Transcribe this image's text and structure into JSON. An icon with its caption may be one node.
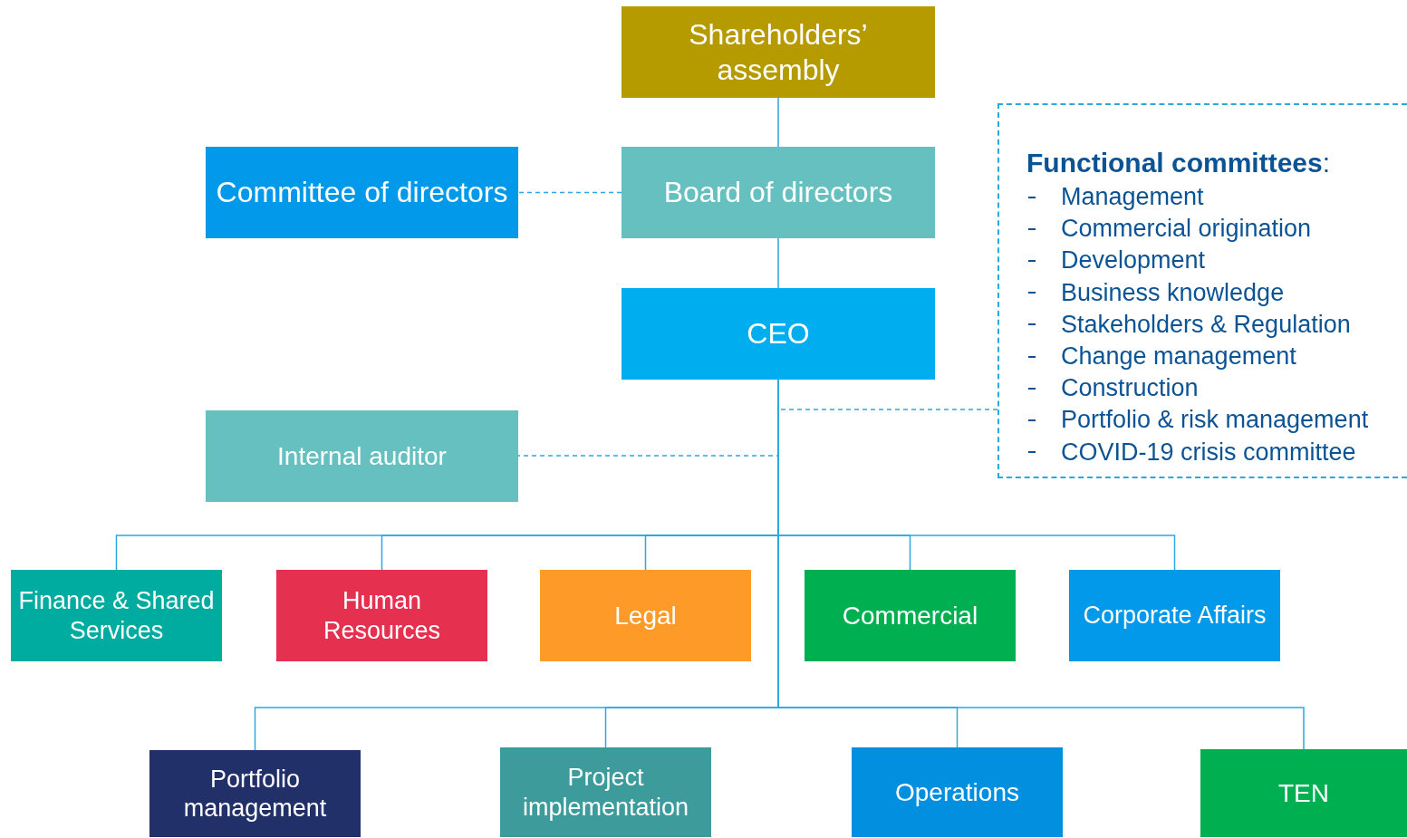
{
  "diagram": {
    "nodes": [
      {
        "text": [
          "Shareholders’ assembly"
        ]
      },
      {
        "text": [
          "Committee of directors"
        ]
      },
      {
        "text": [
          "Board of directors"
        ]
      },
      {
        "text": [
          "CEO"
        ]
      },
      {
        "text": [
          "**Functional committees**:",
          "Management",
          "Commercial origination",
          "Development",
          "Business knowledge",
          "Stakeholders & Regulation",
          "Change management",
          "Construction",
          "Portfolio & risk management",
          "COVID-19 crisis committee"
        ]
      },
      {
        "text": [
          "Internal auditor"
        ]
      },
      {
        "text": [
          "Finance & Shared Services"
        ]
      },
      {
        "text": [
          "Human Resources"
        ]
      },
      {
        "text": [
          "Legal"
        ]
      },
      {
        "text": [
          "Commercial"
        ]
      },
      {
        "text": [
          "Corporate Affairs"
        ]
      },
      {
        "text": [
          "Portfolio management"
        ]
      },
      {
        "text": [
          "Project implementation"
        ]
      },
      {
        "text": [
          "Operations"
        ]
      },
      {
        "text": [
          "TEN"
        ]
      }
    ],
    "edges": [
      {
        "from": 0,
        "to": 2,
        "arrow": "none"
      },
      {
        "from": 2,
        "to": 1,
        "arrow": "none",
        "style": "dashed"
      },
      {
        "from": 2,
        "to": 3,
        "arrow": "none"
      },
      {
        "from": 3,
        "to": 4,
        "arrow": "none",
        "style": "dashed"
      },
      {
        "from": 3,
        "to": 5,
        "arrow": "none",
        "style": "dashed"
      },
      {
        "from": 3,
        "to": 6,
        "arrow": "none"
      },
      {
        "from": 3,
        "to": 7,
        "arrow": "none"
      },
      {
        "from": 3,
        "to": 8,
        "arrow": "none"
      },
      {
        "from": 3,
        "to": 9,
        "arrow": "none"
      },
      {
        "from": 3,
        "to": 10,
        "arrow": "none"
      },
      {
        "from": 3,
        "to": 11,
        "arrow": "none"
      },
      {
        "from": 3,
        "to": 12,
        "arrow": "none"
      },
      {
        "from": 3,
        "to": 13,
        "arrow": "none"
      },
      {
        "from": 3,
        "to": 14,
        "arrow": "none"
      }
    ]
  }
}
